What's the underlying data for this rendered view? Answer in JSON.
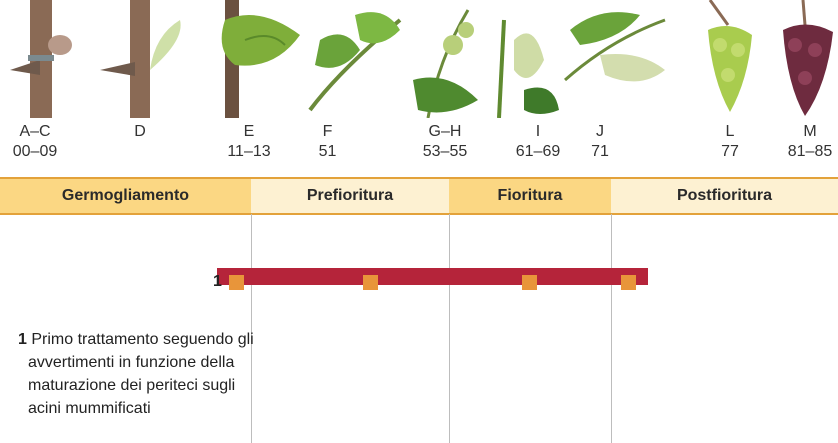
{
  "stages": [
    {
      "letter": "A–C",
      "number": "00–09"
    },
    {
      "letter": "D",
      "number": ""
    },
    {
      "letter": "E",
      "number": "11–13"
    },
    {
      "letter": "F",
      "number": "51"
    },
    {
      "letter": "G–H",
      "number": "53–55"
    },
    {
      "letter": "I",
      "number": "61–69"
    },
    {
      "letter": "J",
      "number": "71"
    },
    {
      "letter": "L",
      "number": "77"
    },
    {
      "letter": "M",
      "number": "81–85"
    }
  ],
  "phases": [
    "Germogliamento",
    "Prefioritura",
    "Fioritura",
    "Postfioritura"
  ],
  "footnote": {
    "marker": "1",
    "number": "1",
    "lines": [
      "Primo trattamento seguendo gli",
      "avvertimenti in funzione della",
      "maturazione dei periteci sugli",
      "acini mummificati"
    ]
  },
  "colors": {
    "treatment_bar": "#b5243a",
    "treatment_marker": "#e8953a",
    "phase_dark": "#fbd783",
    "phase_light": "#fdf1d2"
  },
  "images": [
    "dormant-bud-image",
    "budburst-image",
    "young-leaves-image",
    "shoot-leaves-image",
    "separated-inflorescence-image",
    "flowering-shoot-image",
    "flowering-cluster-image",
    "green-grape-cluster-image",
    "ripe-grape-cluster-image"
  ]
}
